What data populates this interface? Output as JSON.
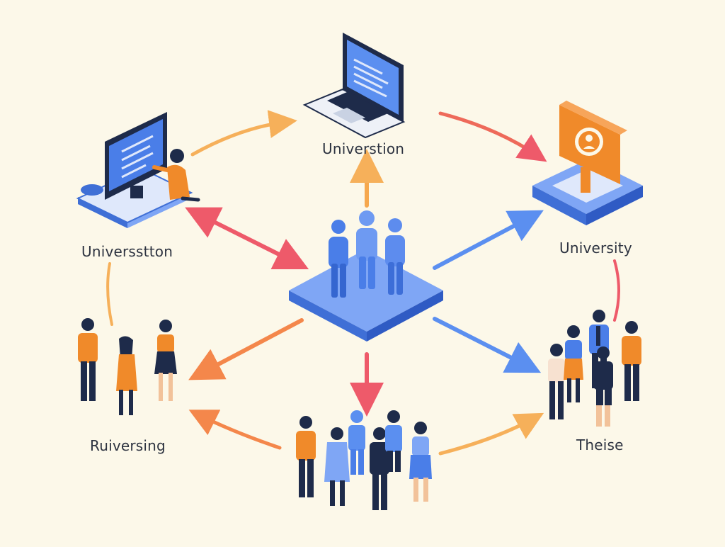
{
  "nodes": {
    "top": {
      "label": "Universtion",
      "icon": "laptop-icon"
    },
    "left": {
      "label": "Universstton",
      "icon": "desktop-monitor-icon"
    },
    "right": {
      "label": "University",
      "icon": "person-sign-icon"
    },
    "bottom_left": {
      "label": "Ruiversing",
      "icon": "people-group-icon"
    },
    "bottom_right": {
      "label": "Theise",
      "icon": "people-group-icon"
    },
    "bottom": {
      "icon": "people-group-icon"
    },
    "center": {
      "icon": "people-platform-icon"
    }
  },
  "colors": {
    "background": "#fcf8e9",
    "primary_blue": "#4a7ee8",
    "light_blue": "#7fa6f5",
    "orange": "#f08a2a",
    "red": "#ee5a6a",
    "navy": "#1e2b4a",
    "label_text": "#2d3340"
  }
}
